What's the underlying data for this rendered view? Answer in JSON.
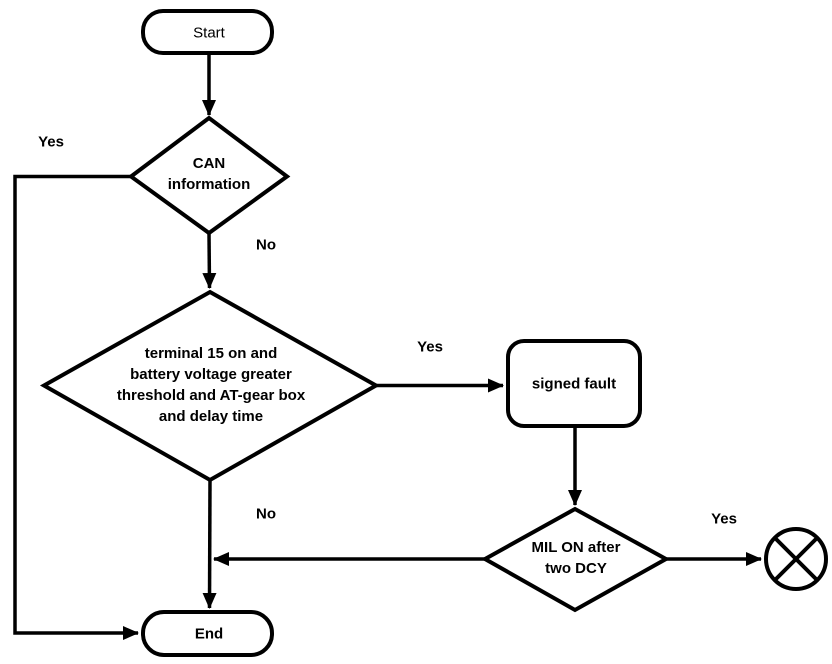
{
  "diagram": {
    "type": "flowchart",
    "background_color": "#ffffff",
    "line_color": "#000000",
    "nodes": {
      "start": {
        "shape": "terminator",
        "label": "Start"
      },
      "can_information": {
        "shape": "decision",
        "label": "CAN\ninformation"
      },
      "entry_conditions": {
        "shape": "decision",
        "label": "terminal 15 on and\nbattery voltage greater\nthreshold and AT-gear box\nand delay time"
      },
      "signed_fault": {
        "shape": "process",
        "label": "signed fault"
      },
      "mil_check": {
        "shape": "decision",
        "label": "MIL ON after\ntwo DCY"
      },
      "crossed_circle_terminator": {
        "shape": "crossed-circle",
        "label": ""
      },
      "end": {
        "shape": "terminator",
        "label": "End"
      }
    },
    "edges": {
      "can_yes": {
        "from": "can_information",
        "to": "end",
        "label": "Yes"
      },
      "can_no": {
        "from": "can_information",
        "to": "entry_conditions",
        "label": "No"
      },
      "entry_yes": {
        "from": "entry_conditions",
        "to": "signed_fault",
        "label": "Yes"
      },
      "entry_no": {
        "from": "entry_conditions",
        "to": "end",
        "label": "No"
      },
      "fault_to_mil": {
        "from": "signed_fault",
        "to": "mil_check",
        "label": ""
      },
      "mil_yes": {
        "from": "mil_check",
        "to": "crossed_circle_terminator",
        "label": "Yes"
      },
      "mil_no": {
        "from": "mil_check",
        "to": "entry_no_path",
        "label": ""
      }
    }
  }
}
